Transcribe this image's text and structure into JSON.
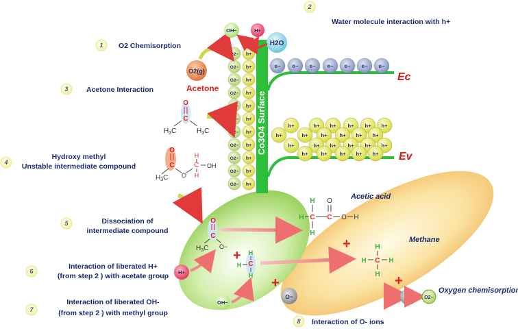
{
  "steps": [
    {
      "num": "1",
      "label": "O2 Chemisorption"
    },
    {
      "num": "2",
      "label": "Water molecule interaction with h+"
    },
    {
      "num": "3",
      "label": "Acetone Interaction"
    },
    {
      "num": "4",
      "label_line1": "Hydroxy methyl",
      "label_line2": "Unstable intermediate compound"
    },
    {
      "num": "5",
      "label_line1": "Dissociation of",
      "label_line2": "intermediate compound"
    },
    {
      "num": "6",
      "label_line1": "Interaction of liberated H+",
      "label_line2": "(from step 2 ) with acetate group"
    },
    {
      "num": "7",
      "label_line1": "Interaction of liberated OH-",
      "label_line2": "(from step 2 ) with methyl group"
    },
    {
      "num": "8",
      "label": "Interaction of O- ions"
    }
  ],
  "surface": {
    "label": "Co3O4 Surface"
  },
  "bands": {
    "conduction": "Ec",
    "valence": "Ev"
  },
  "species": {
    "electron": "e−",
    "hole": "h+",
    "adsorbed_oxygen": "O2−",
    "o_minus": "O−",
    "oh": "OH−",
    "h_plus": "H+",
    "water": "H2O",
    "o2_gas": "O2(g)"
  },
  "molecules": {
    "acetone_title": "Acetone",
    "acetic_acid_title": "Acetic acid",
    "methane_title": "Methane",
    "oxygen_chemisorption_title": "Oxygen chemisorption",
    "atoms": {
      "c": "C",
      "o": "O",
      "h": "H",
      "oh": "OH",
      "h3c": "H3C",
      "o_minus": "O−"
    }
  },
  "colors": {
    "surface_green": "#2bbf3a",
    "ball_yellow": "#eef06a",
    "electron_blue": "#8fa2c8",
    "label_navy": "#1a2a6e",
    "acetone_red": "#e02020",
    "band_red": "#d01818",
    "ellipse_green": "#a8d66a",
    "ellipse_orange": "#f5c77a",
    "arrow_pink": "#f08080"
  }
}
